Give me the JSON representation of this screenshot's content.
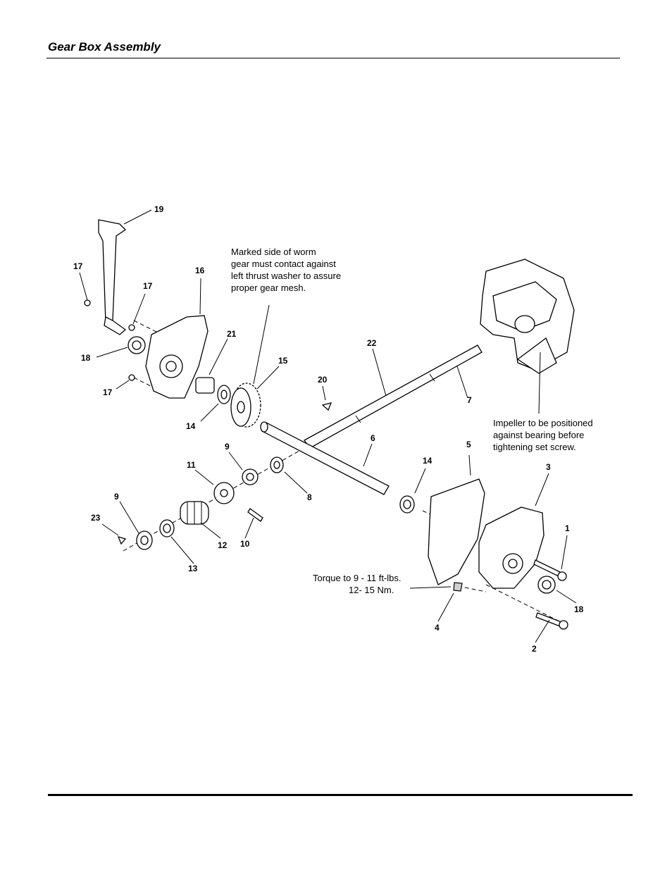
{
  "header": {
    "title": "Gear Box Assembly"
  },
  "notes": {
    "worm_gear": [
      "Marked side of worm",
      "gear must contact against",
      "left thrust washer to assure",
      "proper gear mesh."
    ],
    "impeller": [
      "Impeller to be positioned",
      "against bearing before",
      "tightening set screw."
    ],
    "torque": [
      "Torque to 9 - 11 ft-lbs.",
      "12- 15 Nm."
    ]
  },
  "callouts": {
    "c19": "19",
    "c17a": "17",
    "c17b": "17",
    "c17c": "17",
    "c16": "16",
    "c18a": "18",
    "c21": "21",
    "c15": "15",
    "c14a": "14",
    "c22": "22",
    "c20": "20",
    "c7": "7",
    "c6": "6",
    "c9a": "9",
    "c11": "11",
    "c8": "8",
    "c5": "5",
    "c14b": "14",
    "c3": "3",
    "c1": "1",
    "c9b": "9",
    "c23": "23",
    "c12": "12",
    "c10": "10",
    "c13": "13",
    "c18b": "18",
    "c4": "4",
    "c2": "2"
  }
}
